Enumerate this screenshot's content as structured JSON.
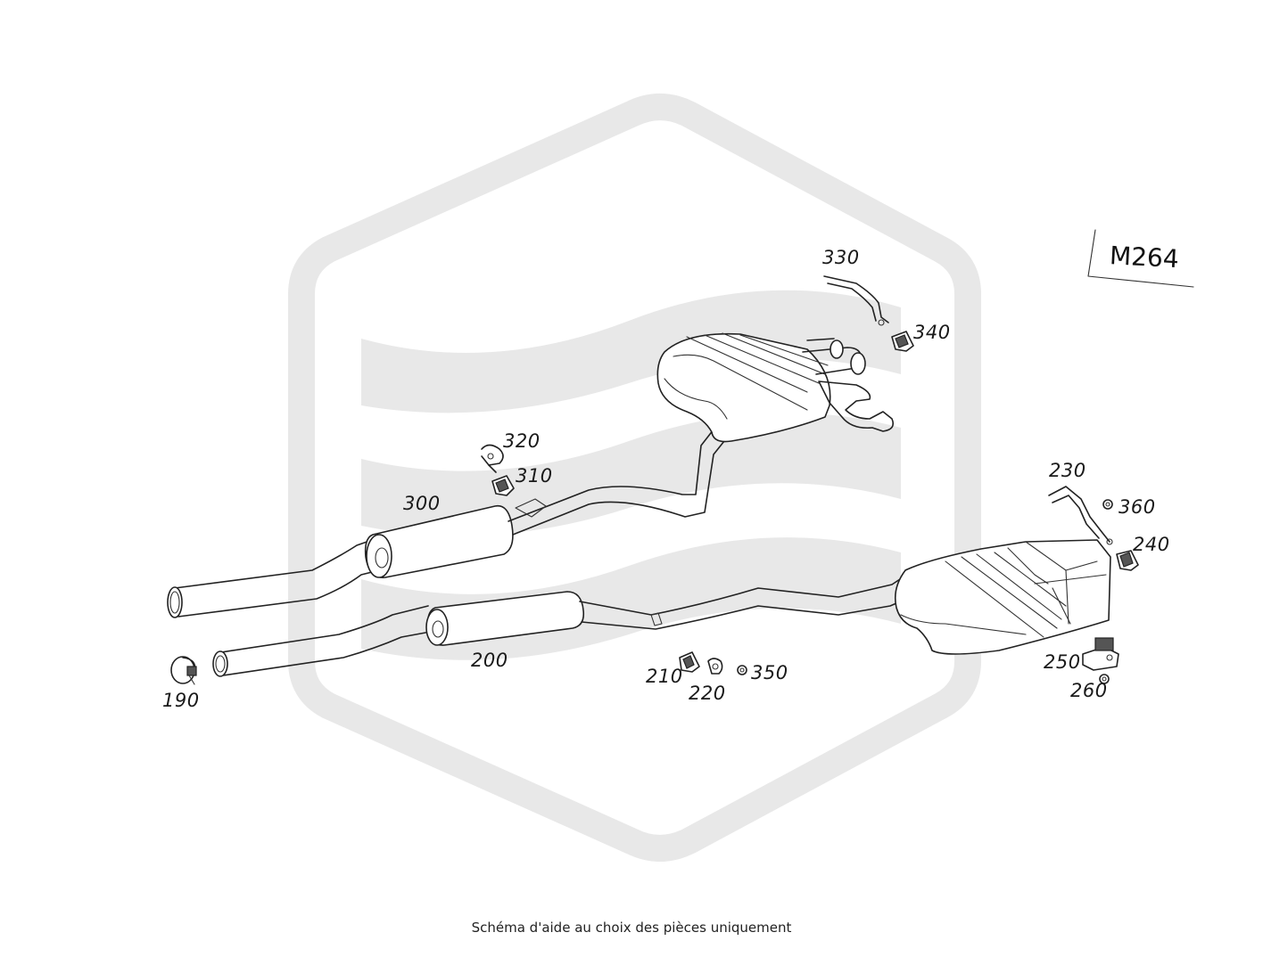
{
  "diagram": {
    "model_code": "M264",
    "parts": [
      {
        "id": "190",
        "label": "190"
      },
      {
        "id": "200",
        "label": "200"
      },
      {
        "id": "210",
        "label": "210"
      },
      {
        "id": "220",
        "label": "220"
      },
      {
        "id": "230",
        "label": "230"
      },
      {
        "id": "240",
        "label": "240"
      },
      {
        "id": "250",
        "label": "250"
      },
      {
        "id": "260",
        "label": "260"
      },
      {
        "id": "300",
        "label": "300"
      },
      {
        "id": "310",
        "label": "310"
      },
      {
        "id": "320",
        "label": "320"
      },
      {
        "id": "330",
        "label": "330"
      },
      {
        "id": "340",
        "label": "340"
      },
      {
        "id": "350",
        "label": "350"
      },
      {
        "id": "360",
        "label": "360"
      }
    ]
  },
  "footer": {
    "note": "Schéma d'aide au choix des pièces uniquement"
  },
  "colors": {
    "watermark": "#e8e8e8",
    "line": "#222222",
    "background": "#ffffff"
  }
}
